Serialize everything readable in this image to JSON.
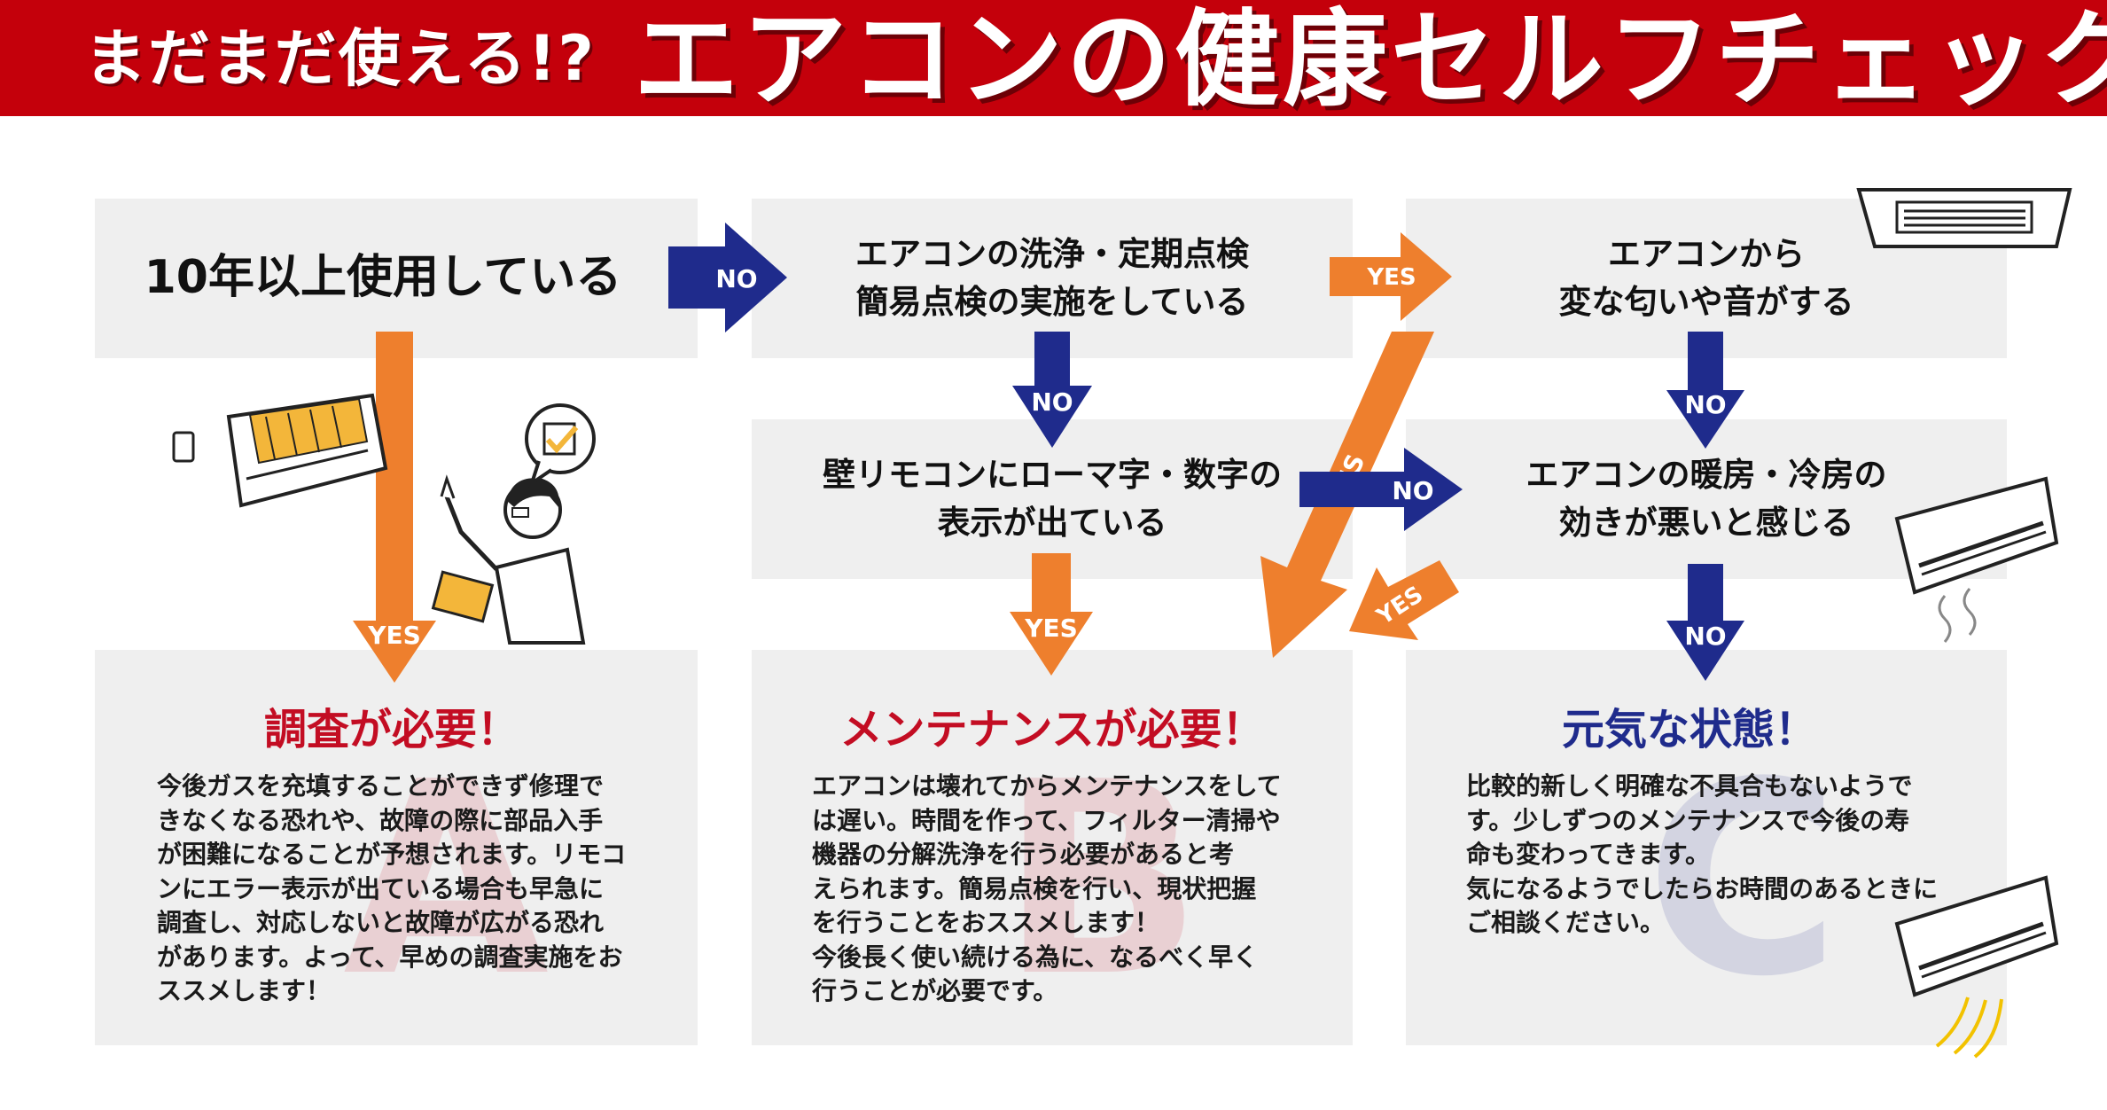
{
  "header": {
    "subtitle": "まだまだ使える!?",
    "title": "エアコンの健康セルフチェック",
    "bg_color": "#c4000b"
  },
  "questions": {
    "q1": "10年以上使用している",
    "q2": "エアコンの洗浄・定期点検\n簡易点検の実施をしている",
    "q3": "エアコンから\n変な匂いや音がする",
    "q4": "壁リモコンにローマ字・数字の\n表示が出ている",
    "q5": "エアコンの暖房・冷房の\n効きが悪いと感じる"
  },
  "arrow_labels": {
    "yes": "YES",
    "no": "NO"
  },
  "arrow_colors": {
    "yes": "#ee7f2d",
    "no": "#1f2b8c"
  },
  "results": [
    {
      "letter": "A",
      "title": "調査が必要！",
      "color": "#c30d23",
      "body": "今後ガスを充填することができず修理で\nきなくなる恐れや、故障の際に部品入手\nが困難になることが予想されます。リモコ\nンにエラー表示が出ている場合も早急に\n調査し、対応しないと故障が広がる恐れ\nがあります。よって、早めの調査実施をお\nススメします！"
    },
    {
      "letter": "B",
      "title": "メンテナンスが必要！",
      "color": "#c30d23",
      "body": "エアコンは壊れてからメンテナンスをして\nは遅い。時間を作って、フィルター清掃や\n機器の分解洗浄を行う必要があると考\nえられます。簡易点検を行い、現状把握\nを行うことをおススメします！\n今後長く使い続ける為に、なるべく早く\n行うことが必要です。"
    },
    {
      "letter": "C",
      "title": "元気な状態！",
      "color": "#1f2b8c",
      "body": "比較的新しく明確な不具合もないようで\nす。少しずつのメンテナンスで今後の寿\n命も変わってきます。\n気になるようでしたらお時間のあるときに\nご相談ください。"
    }
  ],
  "icons": {
    "illustrations": [
      "wall-ac-unit-icon",
      "technician-pointing-icon",
      "checkmark-bubble-icon",
      "ceiling-ac-unit-icon",
      "wall-ac-cool-icon",
      "wall-ac-warm-icon"
    ]
  }
}
